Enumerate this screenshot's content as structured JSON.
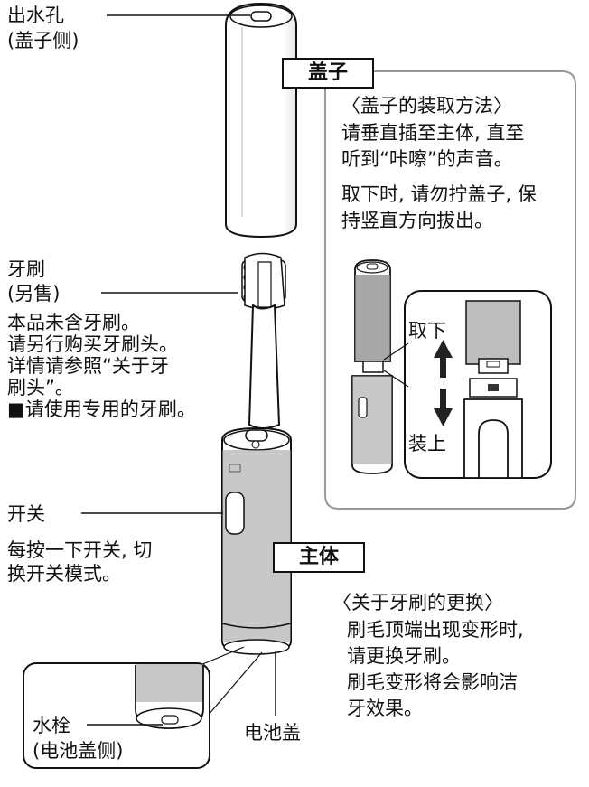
{
  "outlet": {
    "line1": "出水孔",
    "line2": "(盖子侧)"
  },
  "cap": {
    "title": "盖子",
    "howto_heading": "〈盖子的装取方法〉",
    "lines": [
      "请垂直插至主体, 直至",
      "听到“咔嚓”的声音。",
      "取下时, 请勿拧盖子, 保",
      "持竖直方向拔出。"
    ],
    "remove": "取下",
    "attach": "装上"
  },
  "brush": {
    "line1": "牙刷",
    "line2": "(另售)",
    "notes": [
      "本品未含牙刷。",
      "请另行购买牙刷头。",
      "详情请参照“关于牙",
      "刷头”。",
      "■请使用专用的牙刷。"
    ]
  },
  "switch": {
    "label": "开关",
    "notes": [
      "每按一下开关, 切",
      "换开关模式。"
    ]
  },
  "body": {
    "title": "主体"
  },
  "replace": {
    "heading": "〈关于牙刷的更换〉",
    "lines": [
      "刷毛顶端出现变形时,",
      "请更换牙刷。",
      "刷毛变形将会影响洁",
      "牙效果。"
    ]
  },
  "plug": {
    "line1": "水栓",
    "line2": "(电池盖侧)"
  },
  "battery_cover": {
    "label": "电池盖"
  }
}
